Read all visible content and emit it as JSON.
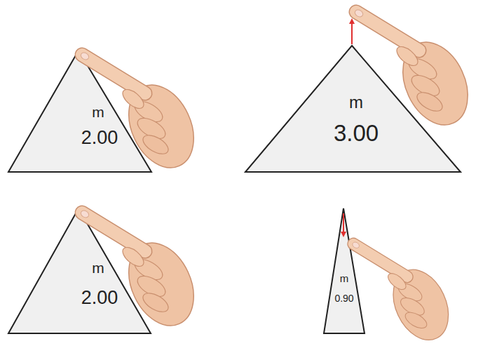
{
  "diagram": {
    "nodes": [
      {
        "text": [
          "m",
          "2.00"
        ]
      },
      {
        "text": [
          "m",
          "3.00"
        ]
      },
      {
        "text": [
          "m",
          "2.00"
        ]
      },
      {
        "text": [
          "m",
          "0.90"
        ]
      }
    ]
  }
}
